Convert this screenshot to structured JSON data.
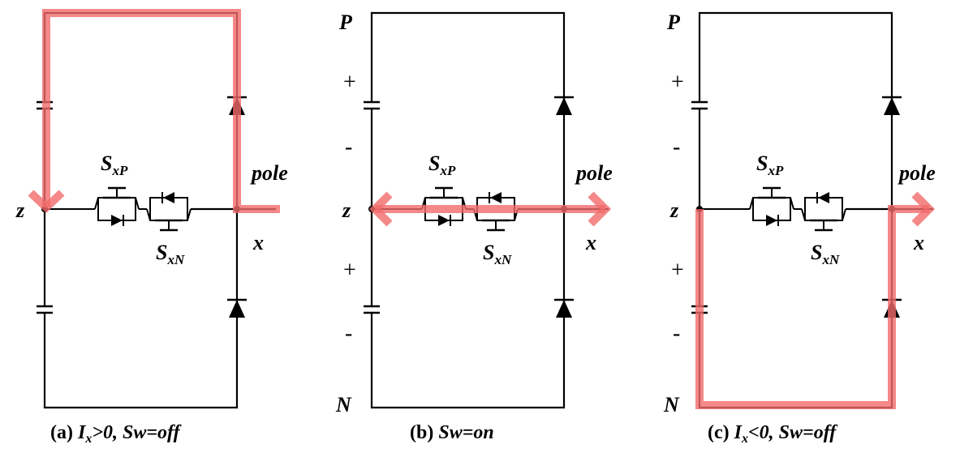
{
  "panels": [
    {
      "caption": {
        "prefix": "(a) ",
        "i": "I",
        "isub": "x",
        "rest": ">0, Sw=off"
      },
      "labels": {
        "z": "z",
        "x": "x",
        "pole": "pole",
        "sxp_main": "S",
        "sxp_sub": "xP",
        "sxn_main": "S",
        "sxn_sub": "xN"
      }
    },
    {
      "caption": {
        "prefix": "(b) ",
        "rest": "Sw=on"
      },
      "labels": {
        "P": "P",
        "N": "N",
        "z": "z",
        "x": "x",
        "pole": "pole",
        "plus1": "+",
        "minus1": "-",
        "plus2": "+",
        "minus2": "-",
        "sxp_main": "S",
        "sxp_sub": "xP",
        "sxn_main": "S",
        "sxn_sub": "xN"
      }
    },
    {
      "caption": {
        "prefix": "(c) ",
        "i": "I",
        "isub": "x",
        "rest": "<0, Sw=off"
      },
      "labels": {
        "P": "P",
        "N": "N",
        "z": "z",
        "x": "x",
        "pole": "pole",
        "plus1": "+",
        "minus1": "-",
        "plus2": "+",
        "minus2": "-",
        "sxp_main": "S",
        "sxp_sub": "xP",
        "sxn_main": "S",
        "sxn_sub": "xN"
      }
    }
  ],
  "colors": {
    "highlight": "#f26a6a",
    "wire": "#000000"
  }
}
